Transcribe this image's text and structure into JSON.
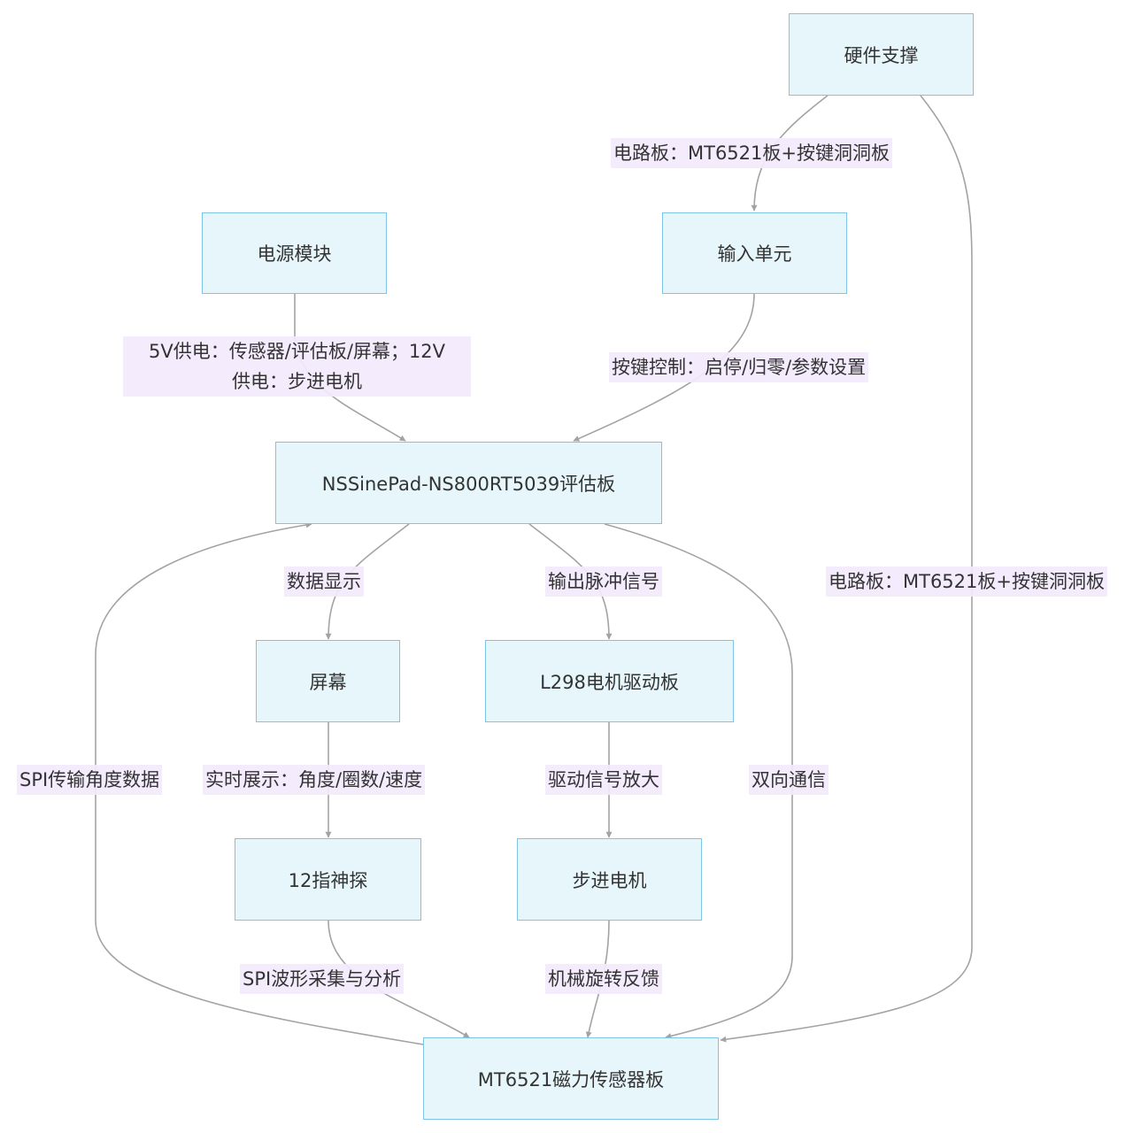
{
  "nodes": {
    "hardware_support": "硬件支撑",
    "power_module": "电源模块",
    "input_unit": "输入单元",
    "eval_board": "NSSinePad-NS800RT5039评估板",
    "screen": "屏幕",
    "l298_driver": "L298电机驱动板",
    "probe": "12指神探",
    "stepper_motor": "步进电机",
    "sensor_board": "MT6521磁力传感器板"
  },
  "edge_labels": {
    "hw_to_input": "电路板：MT6521板+按键洞洞板",
    "power_line1": "5V供电：传感器/评估板/屏幕；12V",
    "power_line2": "供电：步进电机",
    "input_to_eval": "按键控制：启停/归零/参数设置",
    "eval_to_screen": "数据显示",
    "eval_to_l298": "输出脉冲信号",
    "hw_to_sensor": "电路板：MT6521板+按键洞洞板",
    "sensor_to_eval": "SPI传输角度数据",
    "screen_to_probe": "实时展示：角度/圈数/速度",
    "l298_to_motor": "驱动信号放大",
    "eval_sensor_bidir": "双向通信",
    "probe_to_sensor": "SPI波形采集与分析",
    "motor_to_sensor": "机械旋转反馈"
  },
  "colors": {
    "node_fill": "#e6f6fb",
    "node_border": "#7fc4e4",
    "label_bg": "#f3e9fc",
    "edge": "#a3a3a3",
    "text": "#333333"
  }
}
